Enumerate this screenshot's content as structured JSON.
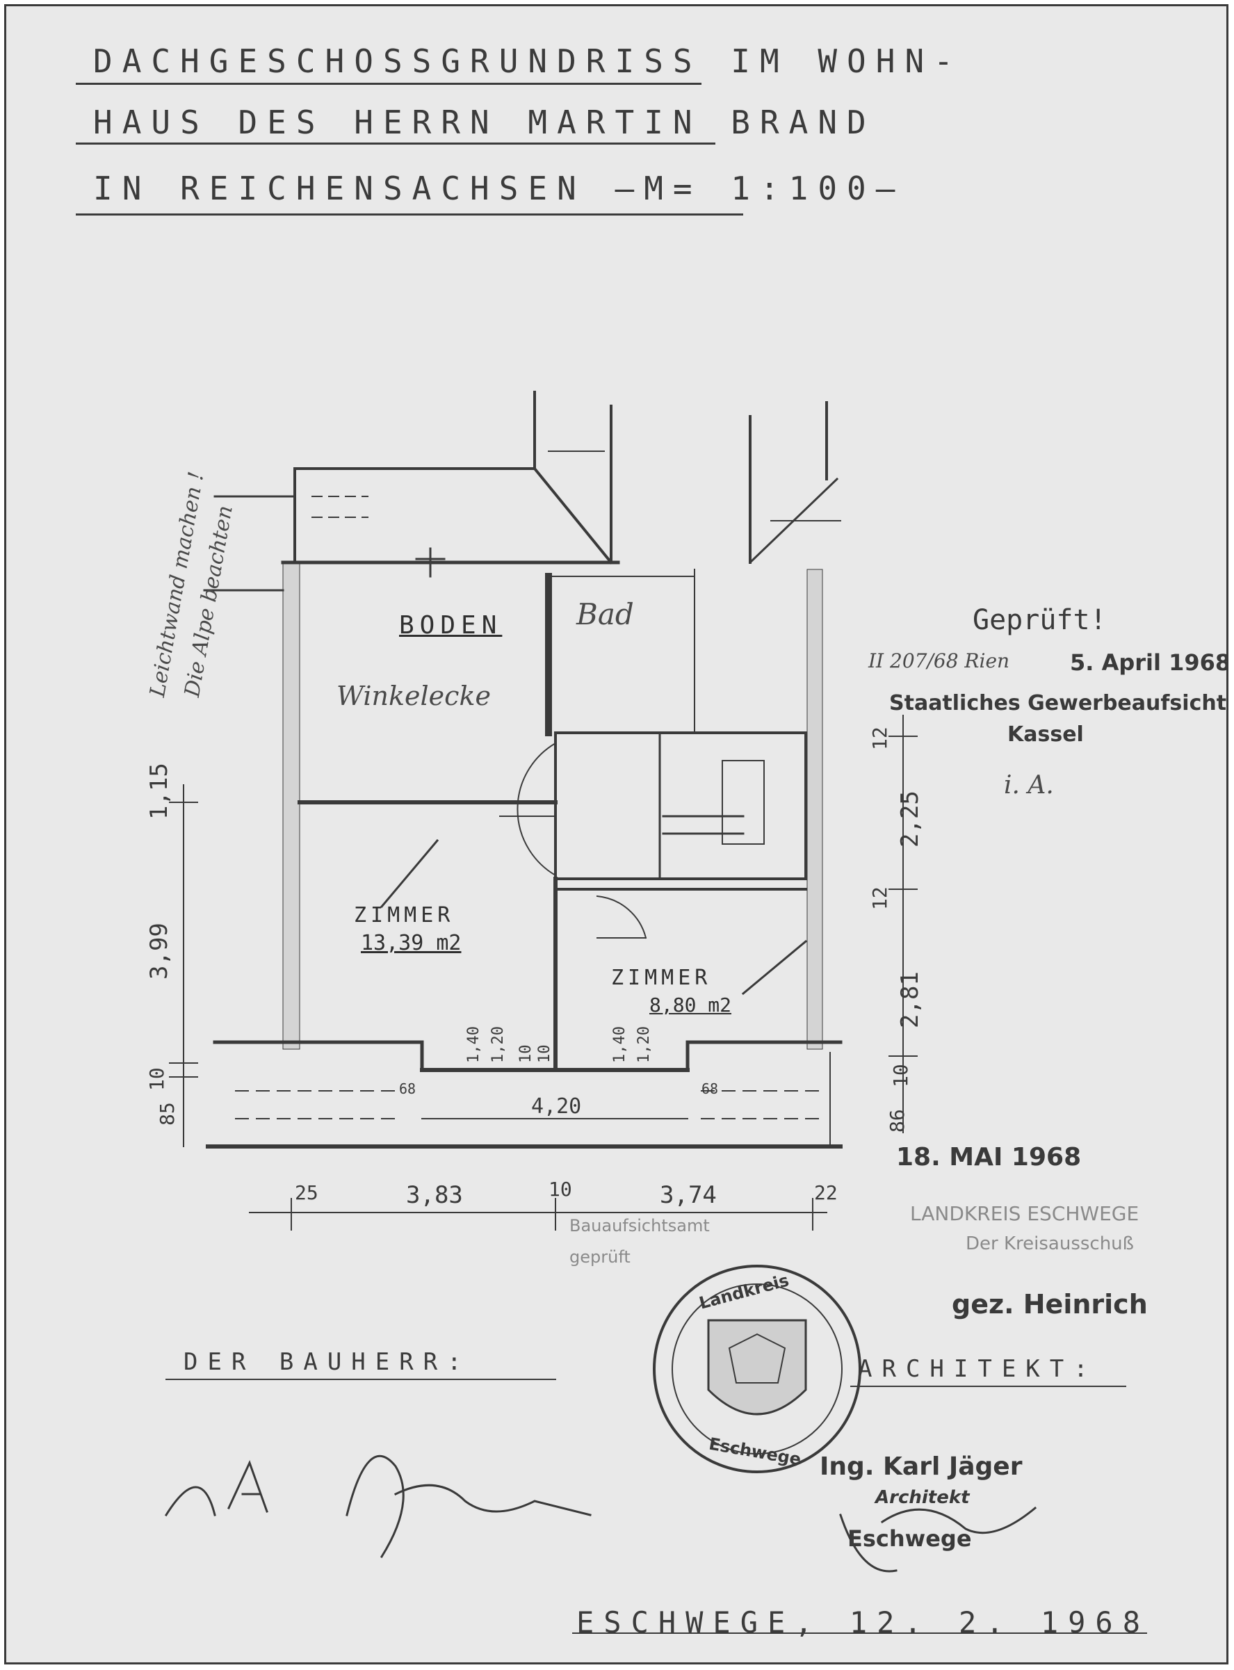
{
  "title": {
    "line1": "DACHGESCHOSSGRUNDRISS IM WOHN-",
    "line2": "HAUS DES HERRN MARTIN BRAND",
    "line3": "IN REICHENSACHSEN —M= 1:100—"
  },
  "rooms": {
    "boden": "BODEN",
    "bad": "Bad",
    "winkelecke": "Winkelecke",
    "zimmer1_name": "ZIMMER",
    "zimmer1_area": "13,39 m2",
    "zimmer2_name": "ZIMMER",
    "zimmer2_area": "8,80 m2"
  },
  "side_note": {
    "line1": "Leichtwand machen !",
    "line2": "Die Alpe beachten"
  },
  "dimensions": {
    "left_115": "1,15",
    "left_399": "3,99",
    "left_10": "10",
    "left_85": "85",
    "right_12a": "12",
    "right_225": "2,25",
    "right_12b": "12",
    "right_281": "2,81",
    "right_10": "10",
    "right_86": "86",
    "bottom_25": "25",
    "bottom_383": "3,83",
    "bottom_10": "10",
    "bottom_374": "3,74",
    "bottom_22": "22",
    "window_420": "4,20",
    "win_140a": "1,40",
    "win_120a": "1,20",
    "win_10a": "10",
    "win_10b": "10",
    "win_140b": "1,40",
    "win_120b": "1,20",
    "corner_a": "68",
    "corner_b": "68"
  },
  "stamp_gepruft": {
    "heading": "Geprüft!",
    "ref_date": "5. April 1968",
    "ref_no": "II 207/68 Rien",
    "office_line1": "Staatliches Gewerbeaufsichtsamt",
    "office_line2": "Kassel",
    "initials": "i. A."
  },
  "stamp_bauschein": {
    "date": "18. MAI 1968",
    "line1": "LANDKREIS ESCHWEGE",
    "line2": "Der Kreisausschuß",
    "line3": "Bauaufsichtsamt",
    "line4": "geprüft",
    "signed": "gez. Heinrich"
  },
  "seal": {
    "top_text": "Landkreis",
    "bottom_text": "Eschwege"
  },
  "labels": {
    "bauherr": "DER BAUHERR:",
    "architekt": "ARCHITEKT:",
    "architect_name": "Ing. Karl Jäger",
    "architect_title": "Architekt",
    "architect_city": "Eschwege",
    "place_date": "ESCHWEGE, 12. 2. 1968"
  }
}
